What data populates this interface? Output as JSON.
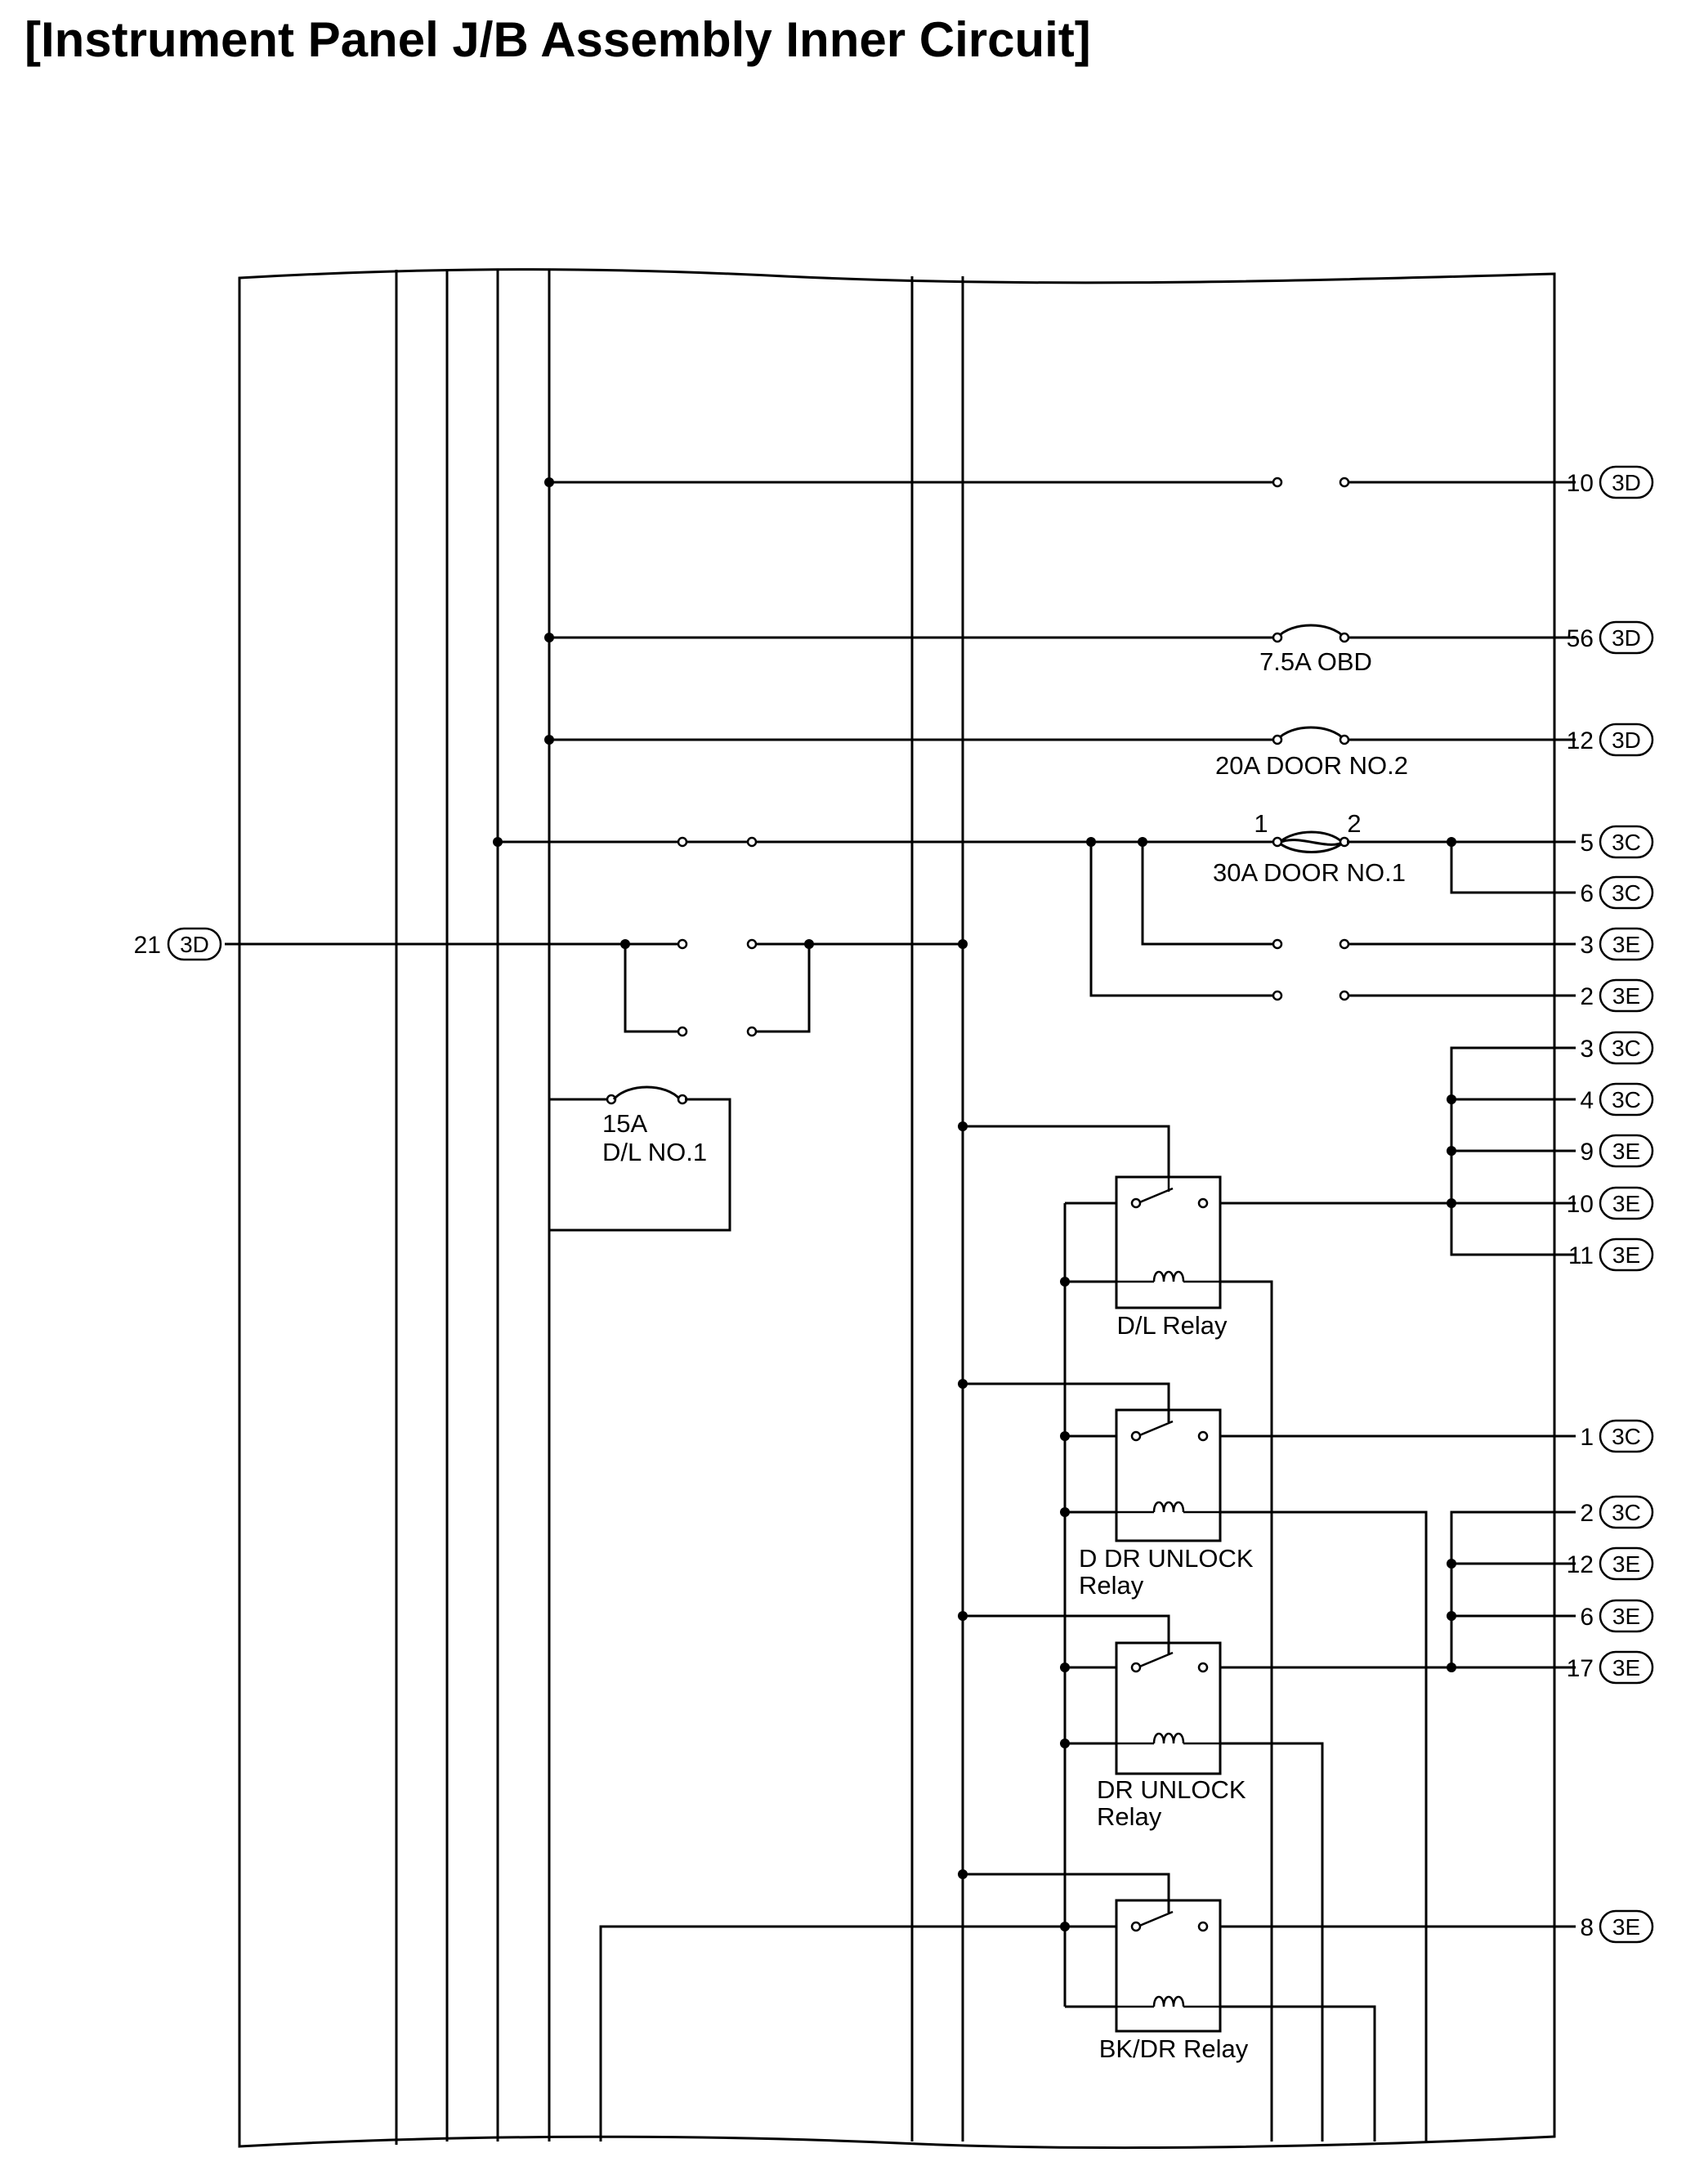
{
  "title": "[Instrument Panel J/B Assembly Inner Circuit]",
  "colors": {
    "line": "#000000",
    "background": "#ffffff"
  },
  "input_terminal": {
    "pin": "21",
    "connector": "3D"
  },
  "right_terminals": [
    {
      "pin": "10",
      "connector": "3D"
    },
    {
      "pin": "56",
      "connector": "3D"
    },
    {
      "pin": "12",
      "connector": "3D"
    },
    {
      "pin": "5",
      "connector": "3C"
    },
    {
      "pin": "6",
      "connector": "3C"
    },
    {
      "pin": "3",
      "connector": "3E"
    },
    {
      "pin": "2",
      "connector": "3E"
    },
    {
      "pin": "3",
      "connector": "3C"
    },
    {
      "pin": "4",
      "connector": "3C"
    },
    {
      "pin": "9",
      "connector": "3E"
    },
    {
      "pin": "10",
      "connector": "3E"
    },
    {
      "pin": "11",
      "connector": "3E"
    },
    {
      "pin": "1",
      "connector": "3C"
    },
    {
      "pin": "2",
      "connector": "3C"
    },
    {
      "pin": "12",
      "connector": "3E"
    },
    {
      "pin": "6",
      "connector": "3E"
    },
    {
      "pin": "17",
      "connector": "3E"
    },
    {
      "pin": "8",
      "connector": "3E"
    }
  ],
  "fuses": [
    {
      "label": "7.5A OBD"
    },
    {
      "label": "20A DOOR NO.2"
    },
    {
      "label": "30A DOOR NO.1",
      "pin_left": "1",
      "pin_right": "2"
    },
    {
      "label_line1": "15A",
      "label_line2": "D/L NO.1"
    }
  ],
  "relays": [
    {
      "label": "D/L Relay"
    },
    {
      "label_line1": "D DR UNLOCK",
      "label_line2": "Relay"
    },
    {
      "label_line1": "DR UNLOCK",
      "label_line2": "Relay"
    },
    {
      "label": "BK/DR Relay"
    }
  ]
}
